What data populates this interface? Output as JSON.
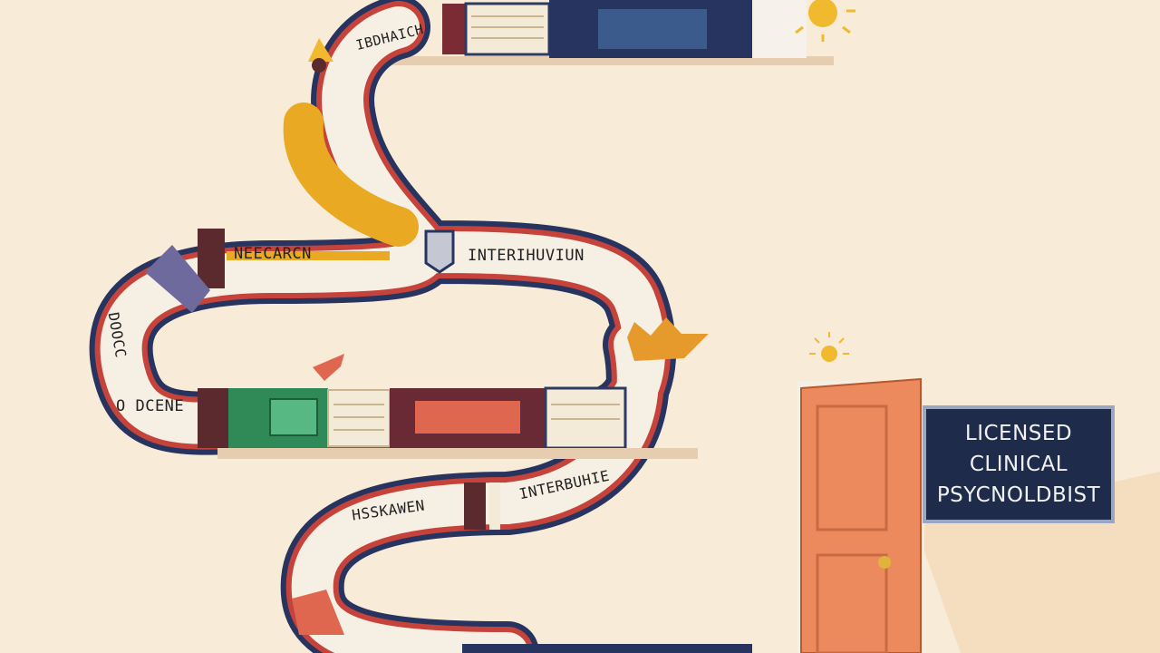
{
  "path_labels": {
    "top": "IBDHAICH",
    "research": "NEECARCN",
    "internship": "INTERIHUVIUN",
    "left_curve": "DOOCC",
    "degree": "O DCENE",
    "lower_left": "HSSKAWEN",
    "lower_right": "INTERBUHIE"
  },
  "sign": {
    "line1": "LICENSED",
    "line2": "CLINICAL",
    "line3": "PSYCNOLDBIST"
  },
  "colors": {
    "background": "#f8ecd8",
    "path_navy": "#27345f",
    "path_red": "#c5433a",
    "path_gold": "#e9a922",
    "door": "#ec8a5e",
    "sign": "#1f2b4a"
  }
}
